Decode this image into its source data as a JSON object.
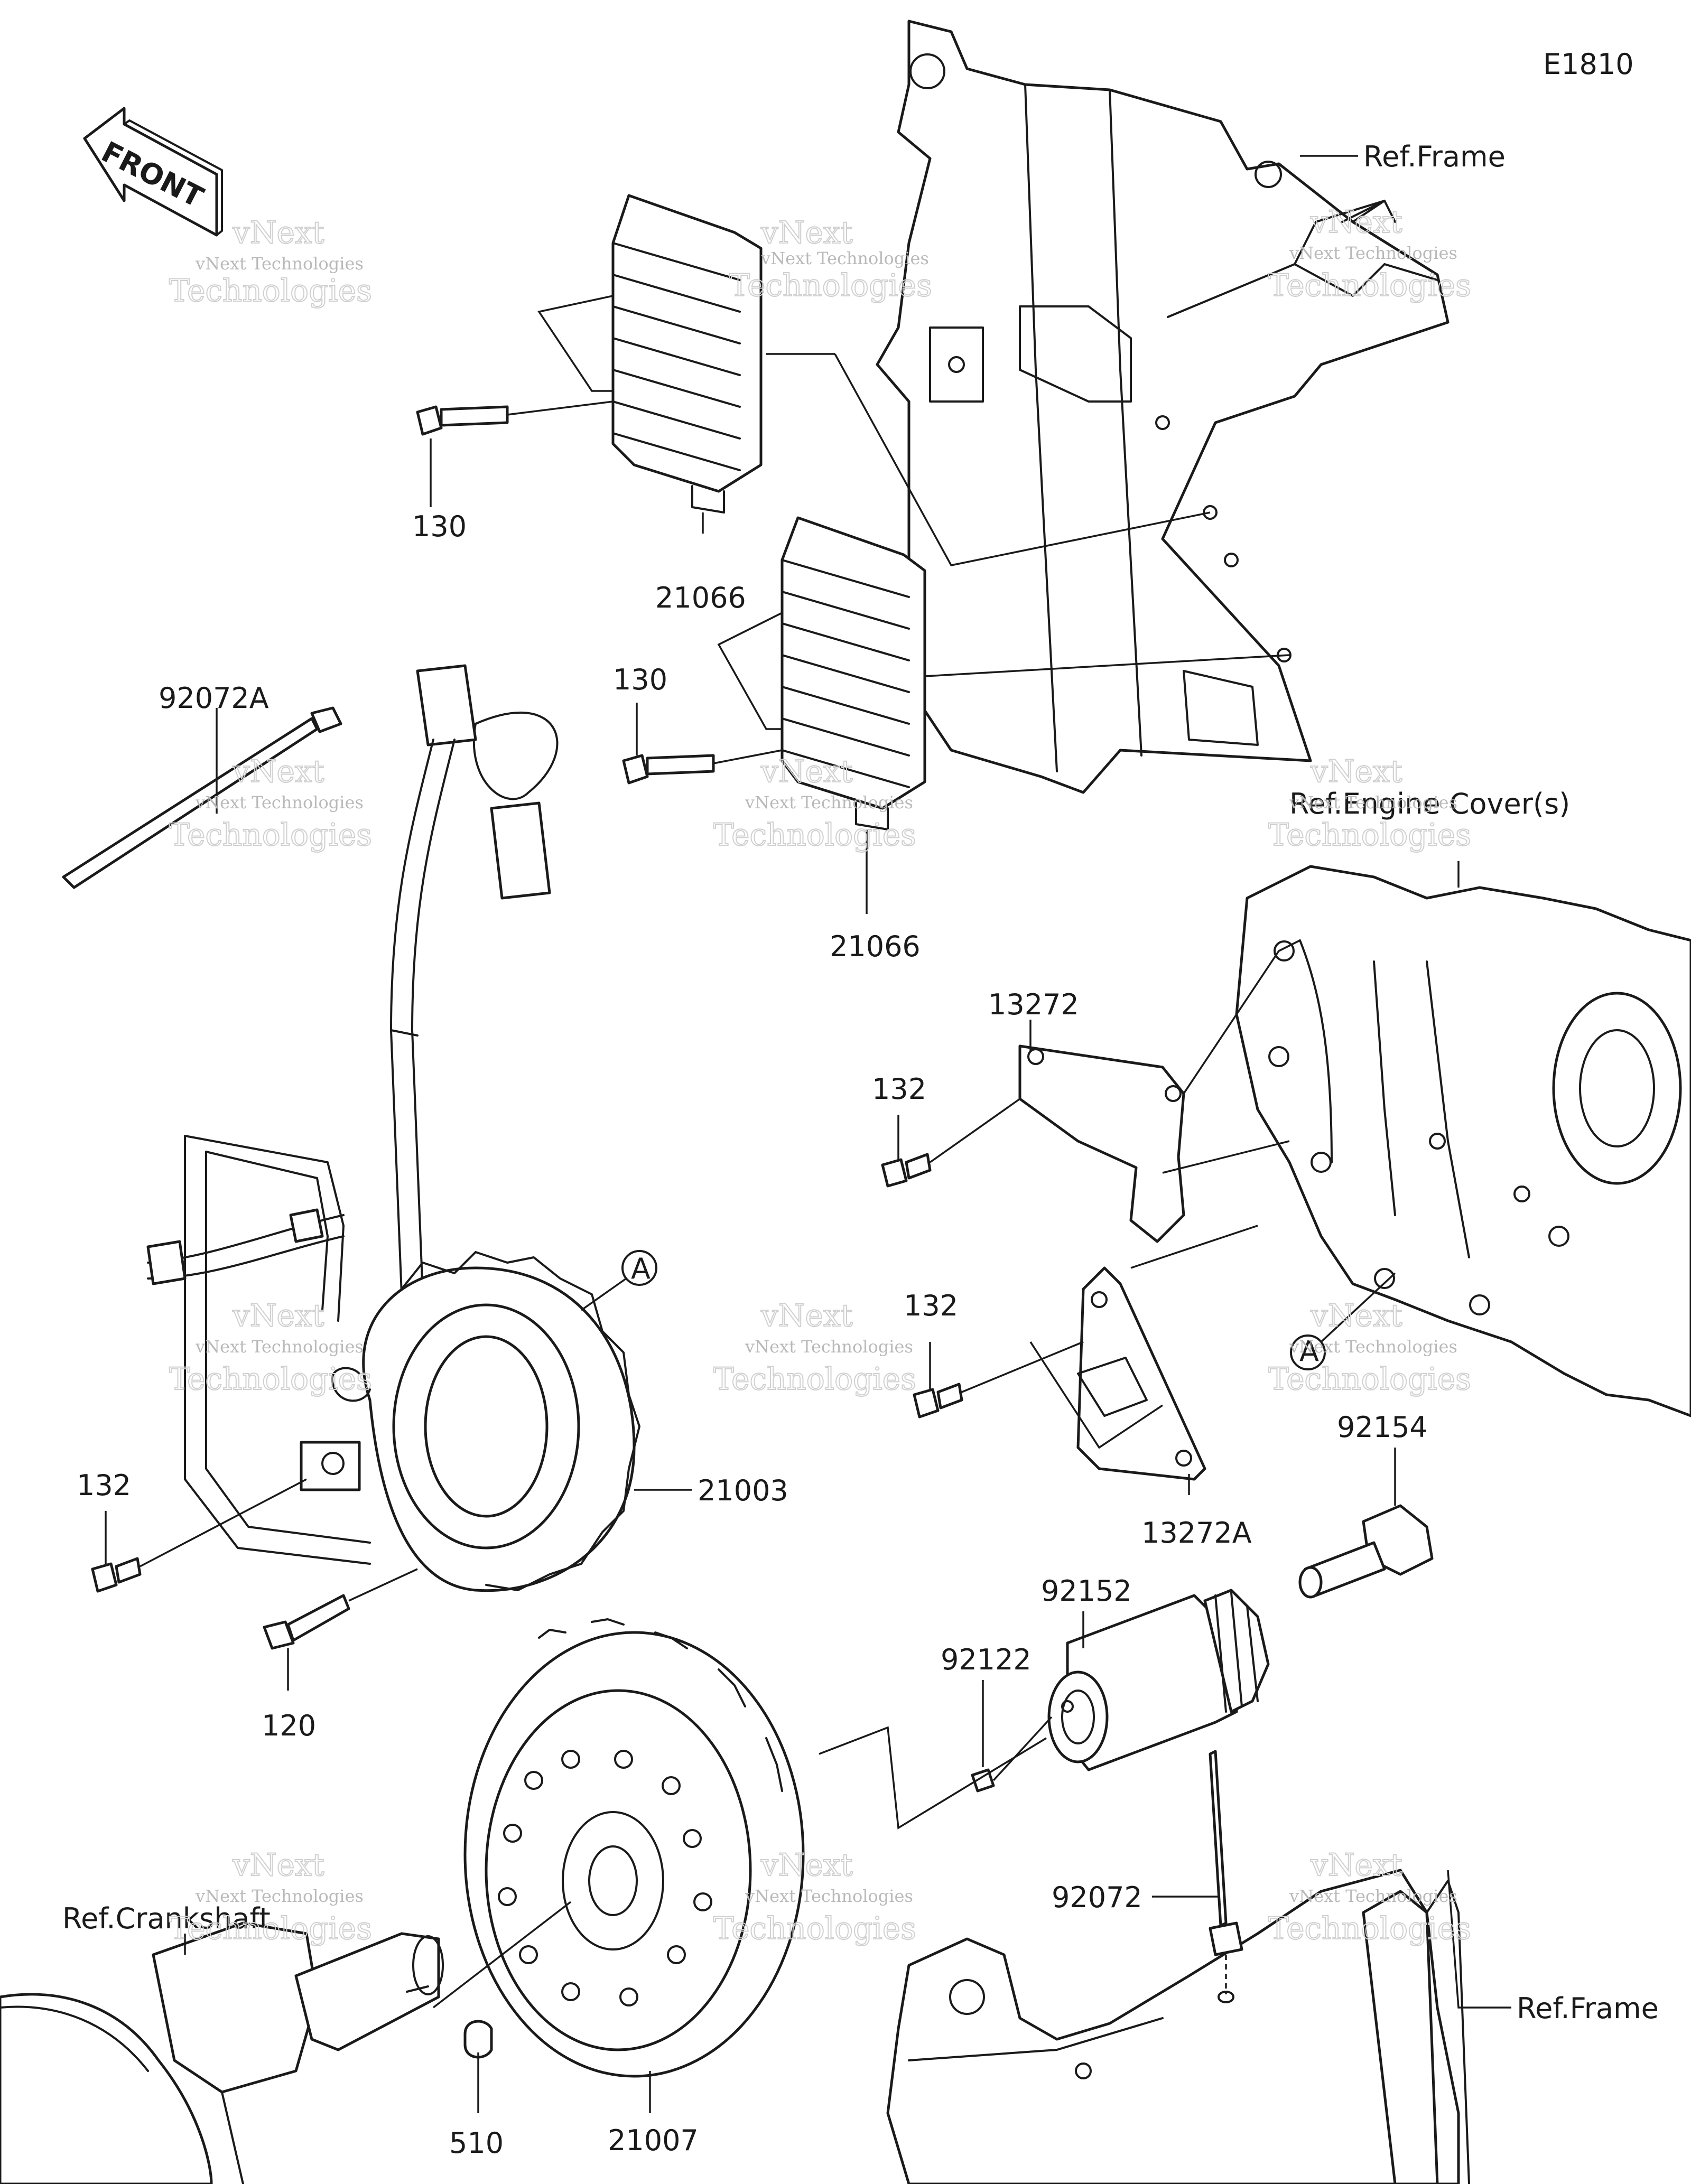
{
  "diagram_code": "E1810",
  "front_arrow_label": "FRONT",
  "refs": {
    "frame_top": "Ref.Frame",
    "frame_bottom": "Ref.Frame",
    "engine_cover": "Ref.Engine Cover(s)",
    "crankshaft": "Ref.Crankshaft"
  },
  "parts": {
    "p130_a": "130",
    "p21066_a": "21066",
    "p92072A": "92072A",
    "p130_b": "130",
    "p21066_b": "21066",
    "p13272": "13272",
    "p132_a": "132",
    "p132_b": "132",
    "p132_c": "132",
    "p21003": "21003",
    "p120": "120",
    "p13272A": "13272A",
    "p92154": "92154",
    "p92152": "92152",
    "p92122": "92122",
    "p92072": "92072",
    "p21007": "21007",
    "p510": "510"
  },
  "callouts": {
    "a1": "A",
    "a2": "A"
  },
  "watermark": {
    "line1": "vNext",
    "line2": "vNext Technologies",
    "line3": "Technologies"
  }
}
